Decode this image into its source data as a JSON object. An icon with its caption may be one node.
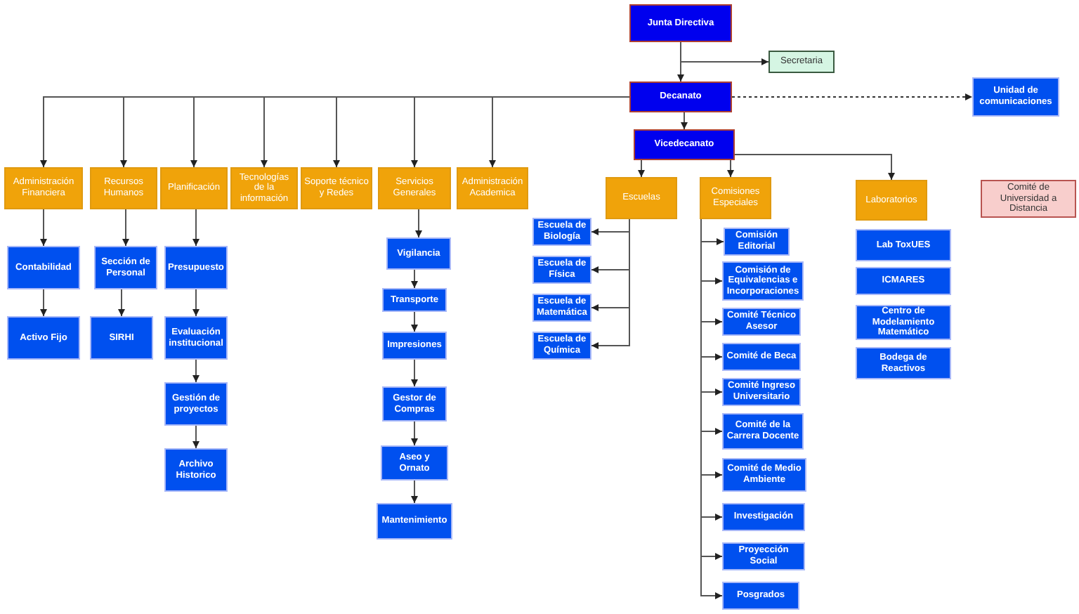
{
  "diagram": {
    "nodes": [
      {
        "text": [
          "Junta Directiva"
        ]
      },
      {
        "text": [
          "Secretaria"
        ]
      },
      {
        "text": [
          "Decanato"
        ]
      },
      {
        "text": [
          "Unidad de comunicaciones"
        ]
      },
      {
        "text": [
          "Vicedecanato"
        ]
      },
      {
        "text": [
          "Administración Financiera"
        ]
      },
      {
        "text": [
          "Recursos Humanos"
        ]
      },
      {
        "text": [
          "Planificación"
        ]
      },
      {
        "text": [
          "Tecnologías de la información"
        ]
      },
      {
        "text": [
          "Soporte técnico y Redes"
        ]
      },
      {
        "text": [
          "Servicios Generales"
        ]
      },
      {
        "text": [
          "Administración Academica"
        ]
      },
      {
        "text": [
          "Escuelas"
        ]
      },
      {
        "text": [
          "Comisiones Especiales"
        ]
      },
      {
        "text": [
          "Laboratorios"
        ]
      },
      {
        "text": [
          "Comité de Universidad a Distancia"
        ]
      },
      {
        "text": [
          "Contabilidad"
        ]
      },
      {
        "text": [
          "Activo Fijo"
        ]
      },
      {
        "text": [
          "Sección de Personal"
        ]
      },
      {
        "text": [
          "SIRHI"
        ]
      },
      {
        "text": [
          "Presupuesto"
        ]
      },
      {
        "text": [
          "Evaluación institucional"
        ]
      },
      {
        "text": [
          "Gestión de proyectos"
        ]
      },
      {
        "text": [
          "Archivo Historico"
        ]
      },
      {
        "text": [
          "Vigilancia"
        ]
      },
      {
        "text": [
          "Transporte"
        ]
      },
      {
        "text": [
          "Impresiones"
        ]
      },
      {
        "text": [
          "Gestor de Compras"
        ]
      },
      {
        "text": [
          "Aseo y Ornato"
        ]
      },
      {
        "text": [
          "Mantenimiento"
        ]
      },
      {
        "text": [
          "Escuela de Biología"
        ]
      },
      {
        "text": [
          "Escuela de Física"
        ]
      },
      {
        "text": [
          "Escuela de Matemática"
        ]
      },
      {
        "text": [
          "Escuela de Química"
        ]
      },
      {
        "text": [
          "Comisión Editorial"
        ]
      },
      {
        "text": [
          "Comisión de Equivalencias e Incorporaciones"
        ]
      },
      {
        "text": [
          "Comité Técnico Asesor"
        ]
      },
      {
        "text": [
          "Comité de Beca"
        ]
      },
      {
        "text": [
          "Comité Ingreso Universitario"
        ]
      },
      {
        "text": [
          "Comité de la Carrera Docente"
        ]
      },
      {
        "text": [
          "Comité de Medio Ambiente"
        ]
      },
      {
        "text": [
          "Investigación"
        ]
      },
      {
        "text": [
          "Proyección Social"
        ]
      },
      {
        "text": [
          "Posgrados"
        ]
      },
      {
        "text": [
          "Lab ToxUES"
        ]
      },
      {
        "text": [
          "ICMARES"
        ]
      },
      {
        "text": [
          "Centro de Modelamiento Matemático"
        ]
      },
      {
        "text": [
          "Bodega de Reactivos"
        ]
      }
    ],
    "edges": [
      {
        "from": 0,
        "to": 2,
        "arrow": "to"
      },
      {
        "from": 0,
        "to": 1,
        "arrow": "to"
      },
      {
        "from": 2,
        "to": 3,
        "arrow": "to",
        "style": "dashed"
      },
      {
        "from": 2,
        "to": 4,
        "arrow": "to"
      },
      {
        "from": 2,
        "to": 5,
        "arrow": "to"
      },
      {
        "from": 2,
        "to": 6,
        "arrow": "to"
      },
      {
        "from": 2,
        "to": 7,
        "arrow": "to"
      },
      {
        "from": 2,
        "to": 8,
        "arrow": "to"
      },
      {
        "from": 2,
        "to": 9,
        "arrow": "to"
      },
      {
        "from": 2,
        "to": 10,
        "arrow": "to"
      },
      {
        "from": 2,
        "to": 11,
        "arrow": "to"
      },
      {
        "from": 4,
        "to": 12,
        "arrow": "to"
      },
      {
        "from": 4,
        "to": 13,
        "arrow": "to"
      },
      {
        "from": 4,
        "to": 14,
        "arrow": "to"
      },
      {
        "from": 5,
        "to": 16,
        "arrow": "to"
      },
      {
        "from": 16,
        "to": 17,
        "arrow": "to"
      },
      {
        "from": 6,
        "to": 18,
        "arrow": "to"
      },
      {
        "from": 18,
        "to": 19,
        "arrow": "to"
      },
      {
        "from": 7,
        "to": 20,
        "arrow": "to"
      },
      {
        "from": 20,
        "to": 21,
        "arrow": "to"
      },
      {
        "from": 21,
        "to": 22,
        "arrow": "to"
      },
      {
        "from": 22,
        "to": 23,
        "arrow": "to"
      },
      {
        "from": 10,
        "to": 24,
        "arrow": "to"
      },
      {
        "from": 24,
        "to": 25,
        "arrow": "to"
      },
      {
        "from": 25,
        "to": 26,
        "arrow": "to"
      },
      {
        "from": 26,
        "to": 27,
        "arrow": "to"
      },
      {
        "from": 27,
        "to": 28,
        "arrow": "to"
      },
      {
        "from": 28,
        "to": 29,
        "arrow": "to"
      },
      {
        "from": 12,
        "to": 30,
        "arrow": "to"
      },
      {
        "from": 12,
        "to": 31,
        "arrow": "to"
      },
      {
        "from": 12,
        "to": 32,
        "arrow": "to"
      },
      {
        "from": 12,
        "to": 33,
        "arrow": "to"
      },
      {
        "from": 13,
        "to": 34,
        "arrow": "to"
      },
      {
        "from": 13,
        "to": 35,
        "arrow": "to"
      },
      {
        "from": 13,
        "to": 36,
        "arrow": "to"
      },
      {
        "from": 13,
        "to": 37,
        "arrow": "to"
      },
      {
        "from": 13,
        "to": 38,
        "arrow": "to"
      },
      {
        "from": 13,
        "to": 39,
        "arrow": "to"
      },
      {
        "from": 13,
        "to": 40,
        "arrow": "to"
      },
      {
        "from": 13,
        "to": 41,
        "arrow": "to"
      },
      {
        "from": 13,
        "to": 42,
        "arrow": "to"
      },
      {
        "from": 13,
        "to": 43,
        "arrow": "to"
      }
    ]
  }
}
